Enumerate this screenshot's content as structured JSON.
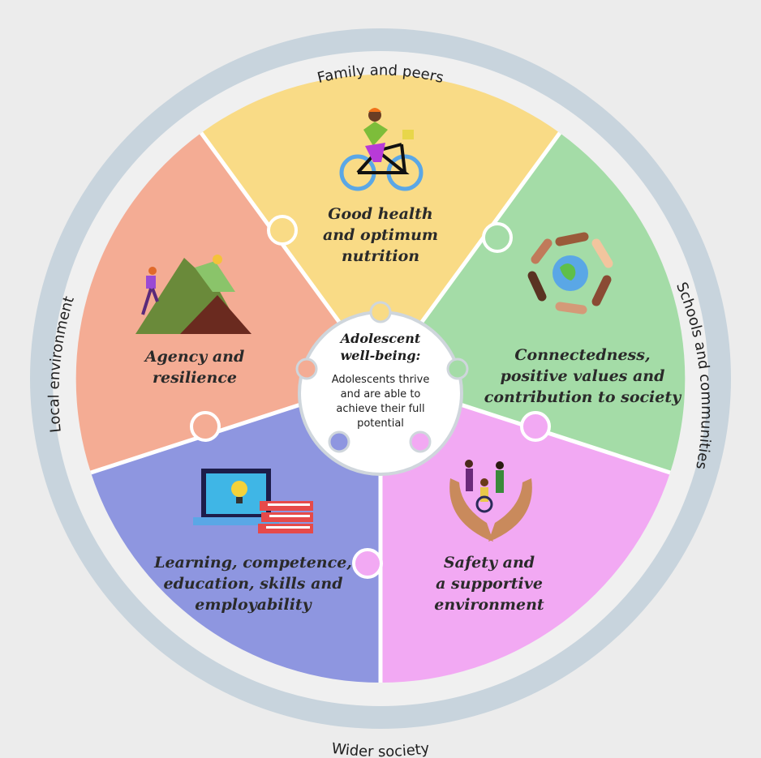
{
  "ring": {
    "top": "Family and peers",
    "right": "Schools and communities",
    "bottom": "Wider society",
    "left": "Local environment"
  },
  "center": {
    "title_line1": "Adolescent",
    "title_line2": "well-being:",
    "body": [
      "Adolescents thrive",
      "and are able to",
      "achieve their full",
      "potential"
    ]
  },
  "segments": {
    "health": {
      "lines": [
        "Good health",
        "and optimum",
        "nutrition"
      ],
      "color": "#f9db86",
      "icon": "cyclist-icon"
    },
    "connected": {
      "lines": [
        "Connectedness,",
        "positive values and",
        "contribution to society"
      ],
      "color": "#a4dca7",
      "icon": "globe-hands-icon"
    },
    "safety": {
      "lines": [
        "Safety and",
        "a supportive",
        "environment"
      ],
      "color": "#f2a9f3",
      "icon": "protective-hands-icon"
    },
    "learning": {
      "lines": [
        "Learning, competence,",
        "education, skills and",
        "employability"
      ],
      "color": "#8e96e0",
      "icon": "laptop-books-icon"
    },
    "agency": {
      "lines": [
        "Agency and",
        "resilience"
      ],
      "color": "#f4ac94",
      "icon": "mountain-climber-icon"
    }
  },
  "colors": {
    "background": "#ececec",
    "outer_ring": "#c8d4dd",
    "center": "#ffffff",
    "divider": "#ffffff"
  }
}
